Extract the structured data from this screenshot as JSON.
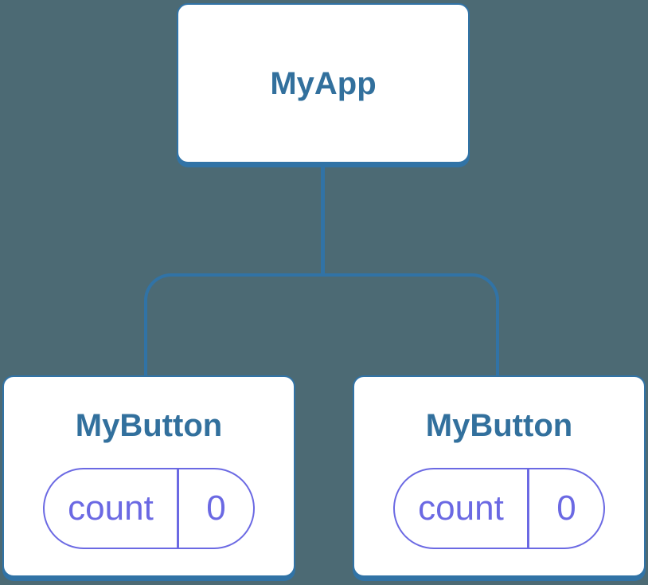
{
  "tree": {
    "root": {
      "label": "MyApp"
    },
    "children": [
      {
        "label": "MyButton",
        "state": {
          "key": "count",
          "value": "0"
        }
      },
      {
        "label": "MyButton",
        "state": {
          "key": "count",
          "value": "0"
        }
      }
    ]
  },
  "colors": {
    "background": "#4C6A74",
    "edge_blue": "#3173A6",
    "node_fill": "#FFFFFF",
    "node_border": "#3173A6",
    "title_text": "#32709D",
    "state_accent": "#6B69E3"
  }
}
